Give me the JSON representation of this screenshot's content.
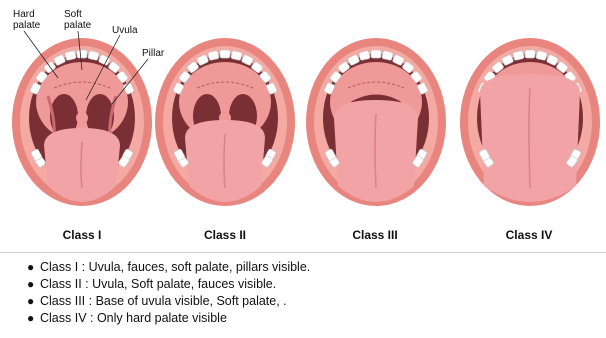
{
  "annotations": {
    "hard_palate": [
      "Hard",
      "palate"
    ],
    "soft_palate": [
      "Soft",
      "palate"
    ],
    "uvula": "Uvula",
    "pillar": "Pillar"
  },
  "classes": [
    {
      "label": "Class I",
      "visible": [
        "uvula",
        "fauces",
        "soft-palate",
        "pillars"
      ]
    },
    {
      "label": "Class II",
      "visible": [
        "uvula",
        "soft-palate",
        "fauces"
      ]
    },
    {
      "label": "Class III",
      "visible": [
        "base-of-uvula",
        "soft-palate"
      ]
    },
    {
      "label": "Class IV",
      "visible": [
        "hard-palate"
      ]
    }
  ],
  "legend": [
    "Class I : Uvula, fauces, soft palate, pillars visible.",
    "Class II : Uvula, Soft palate, fauces visible.",
    "Class III : Base of uvula visible, Soft palate, .",
    "Class IV : Only hard palate visible"
  ],
  "colors": {
    "lip_outer": "#e8857f",
    "lip_inner": "#f4aaa3",
    "teeth": "#ffffff",
    "teeth_outline": "#c9c9c9",
    "throat": "#7a2f35",
    "palate": "#ef9a98",
    "tongue": "#f2a3a6",
    "tongue_groove": "#d98489"
  }
}
